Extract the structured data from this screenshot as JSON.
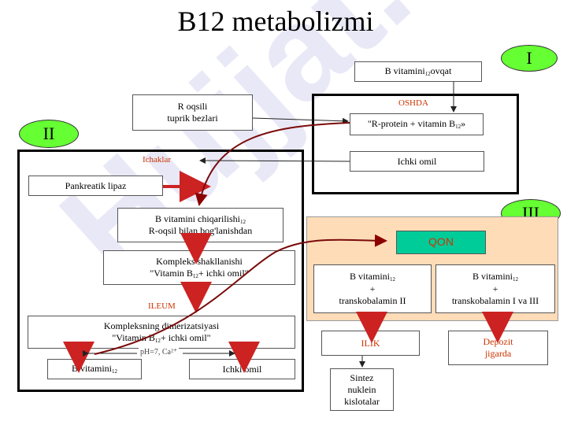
{
  "title": "B12 metabolizmi",
  "watermark": "Hujjat.uz",
  "badges": {
    "i": "I",
    "ii": "II",
    "iii": "III"
  },
  "section_labels": {
    "oshda": "OSHDA",
    "ichaklar": "Ichaklar",
    "ileum": "ILEUM",
    "qon": "QON",
    "ph_note": "pH=7, Ca²⁺"
  },
  "boxes": {
    "food": {
      "pre": "B vitamini",
      "sub": "12",
      "post": "ovqat"
    },
    "r_protein": {
      "line1": "R oqsili",
      "line2": "tuprik bezlari"
    },
    "r_complex": {
      "pre": "\"R-protein + vitamin B",
      "sub": "12",
      "post": "»"
    },
    "intrinsic": "Ichki omil",
    "lipase": "Pankreatik lipaz",
    "release": {
      "l1_pre": "B vitamini chiqarilishi",
      "l1_sub": "12",
      "line2": "R-oqsil bilan bog'lanishdan"
    },
    "complex": {
      "line1": "Kompleks shakllanishi",
      "l2_pre": "\"Vitamin B",
      "l2_sub": "12",
      "l2_post": "+ ichki omil\""
    },
    "dimer": {
      "line1": "Kompleksning dimerizatsiyasi",
      "l2_pre": "\"Vitamin B",
      "l2_sub": "12",
      "l2_post": "+ ichki omil\""
    },
    "b12_out": {
      "pre": "B vitamini",
      "sub": "12"
    },
    "if_out": "Ichki omil",
    "tc2": {
      "pre": "B vitamini",
      "sub": "12",
      "line2": "+",
      "line3": "transkobalamin II"
    },
    "tc13": {
      "pre": "B vitamini",
      "sub": "12",
      "line2": "+",
      "line3": "transkobalamin I va III"
    },
    "ilik": "ILIK",
    "depozit": {
      "line1": "Depozit",
      "line2": "jigarda"
    },
    "sintez": {
      "line1": "Sintez",
      "line2": "nuklein",
      "line3": "kislotalar"
    }
  },
  "colors": {
    "badge": "#66ff33",
    "qon": "#00cc99",
    "blood_panel": "#ffdcb8",
    "accent_red": "#cc3300",
    "curve": "#7a0a0a"
  }
}
